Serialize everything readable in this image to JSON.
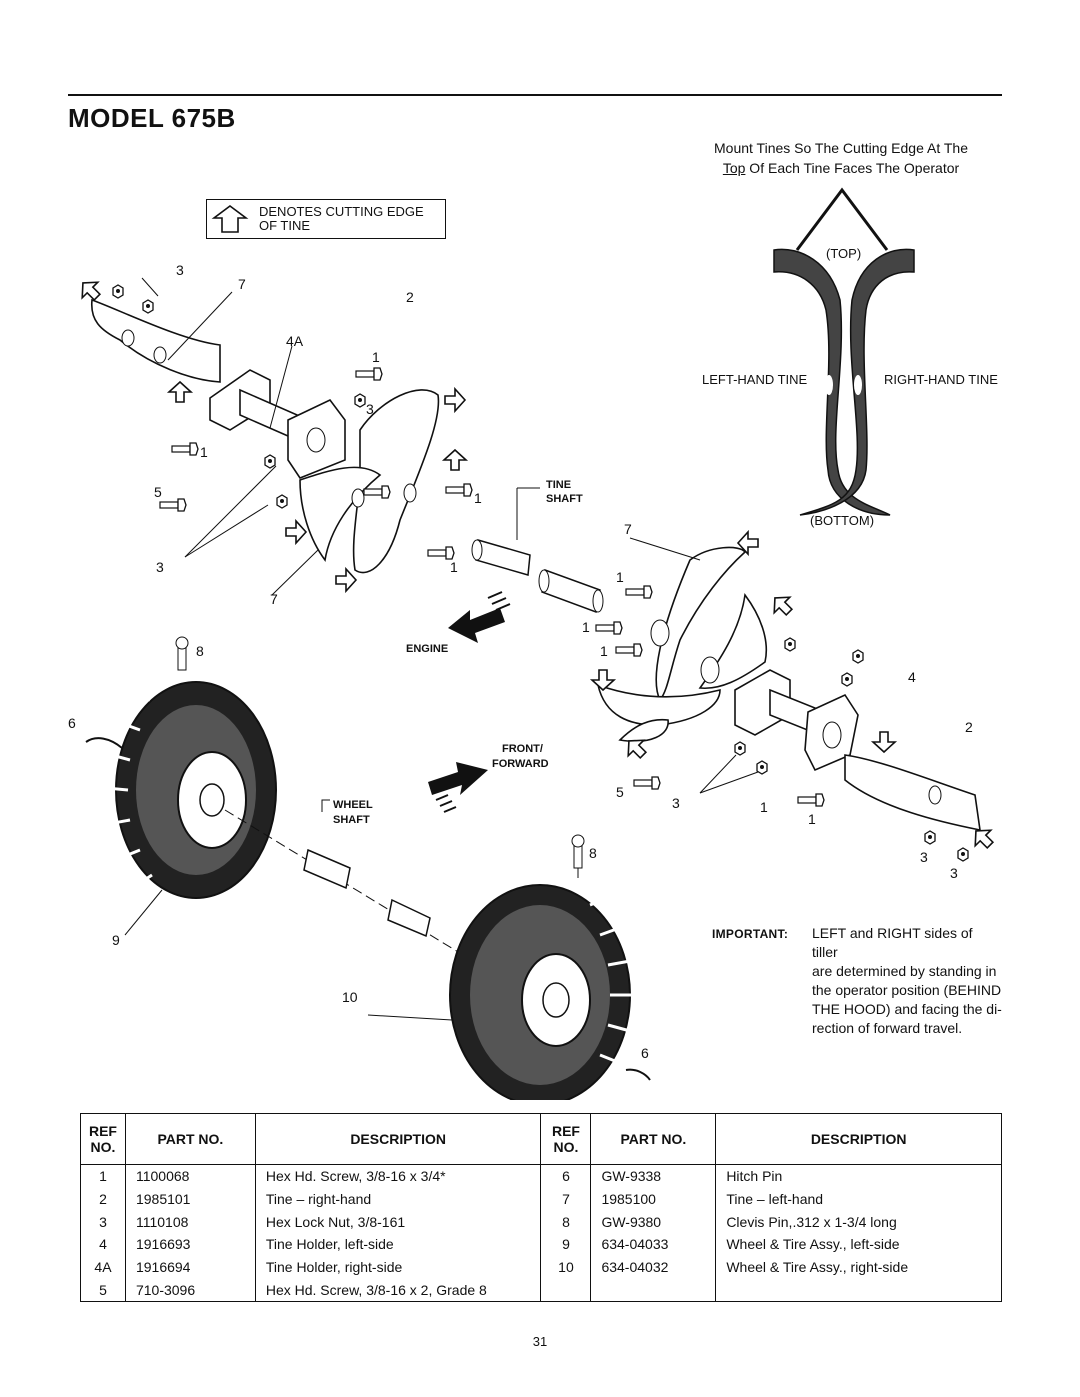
{
  "header": {
    "title": "MODEL 675B"
  },
  "mount_note": {
    "line1": "Mount Tines So The Cutting Edge At The",
    "line2_underlined": "Top",
    "line2_rest": " Of Each Tine Faces The Operator"
  },
  "legend": {
    "line1": "DENOTES CUTTING EDGE",
    "line2": "OF TINE"
  },
  "diagram": {
    "tine_labels": {
      "top": "(TOP)",
      "bottom": "(BOTTOM)",
      "left": "LEFT-HAND TINE",
      "right": "RIGHT-HAND TINE"
    },
    "callouts": {
      "tine_shaft_1": "TINE",
      "tine_shaft_2": "SHAFT",
      "engine": "ENGINE",
      "front_1": "FRONT/",
      "front_2": "FORWARD",
      "wheel_shaft_1": "WHEEL",
      "wheel_shaft_2": "SHAFT"
    },
    "ref_numbers": [
      "3",
      "7",
      "2",
      "4A",
      "1",
      "3",
      "1",
      "5",
      "1",
      "3",
      "1",
      "7",
      "8",
      "6",
      "9",
      "10",
      "6",
      "7",
      "1",
      "1",
      "1",
      "4",
      "2",
      "5",
      "3",
      "1",
      "1",
      "3",
      "3",
      "8"
    ]
  },
  "important": {
    "label": "IMPORTANT",
    "lines": [
      "LEFT and RIGHT sides of tiller",
      "are determined by standing in",
      "the operator position (BEHIND",
      "THE HOOD) and facing the di-",
      "rection of forward travel."
    ]
  },
  "parts_table": {
    "headers": {
      "ref_1": "REF",
      "ref_2": "NO.",
      "part": "PART NO.",
      "desc": "DESCRIPTION"
    },
    "left": [
      {
        "ref": "1",
        "part": "1100068",
        "desc": "Hex Hd. Screw, 3/8-16 x 3/4*"
      },
      {
        "ref": "2",
        "part": "1985101",
        "desc": "Tine – right-hand"
      },
      {
        "ref": "3",
        "part": "1110108",
        "desc": "Hex Lock Nut, 3/8-161"
      },
      {
        "ref": "4",
        "part": "1916693",
        "desc": "Tine Holder, left-side"
      },
      {
        "ref": "4A",
        "part": "1916694",
        "desc": "Tine Holder, right-side"
      },
      {
        "ref": "5",
        "part": "710-3096",
        "desc": "Hex Hd. Screw, 3/8-16 x 2, Grade 8"
      }
    ],
    "right": [
      {
        "ref": "6",
        "part": "GW-9338",
        "desc": "Hitch Pin"
      },
      {
        "ref": "7",
        "part": "1985100",
        "desc": "Tine – left-hand"
      },
      {
        "ref": "8",
        "part": "GW-9380",
        "desc": "Clevis Pin,.312 x 1-3/4 long"
      },
      {
        "ref": "9",
        "part": "634-04033",
        "desc": "Wheel & Tire Assy., left-side"
      },
      {
        "ref": "10",
        "part": "634-04032",
        "desc": "Wheel & Tire Assy., right-side"
      },
      {
        "ref": "",
        "part": "",
        "desc": ""
      }
    ]
  },
  "footer": {
    "page": "31"
  }
}
